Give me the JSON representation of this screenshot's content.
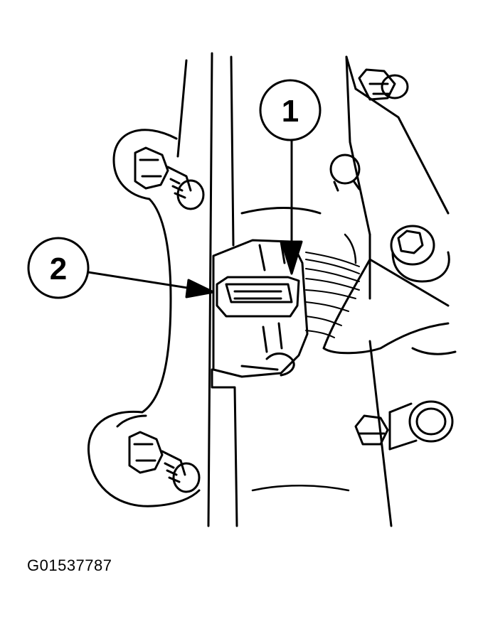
{
  "callouts": [
    {
      "id": "1",
      "label": "1"
    },
    {
      "id": "2",
      "label": "2"
    }
  ],
  "caption": "G01537787",
  "colors": {
    "line": "#000000",
    "background": "#ffffff"
  }
}
